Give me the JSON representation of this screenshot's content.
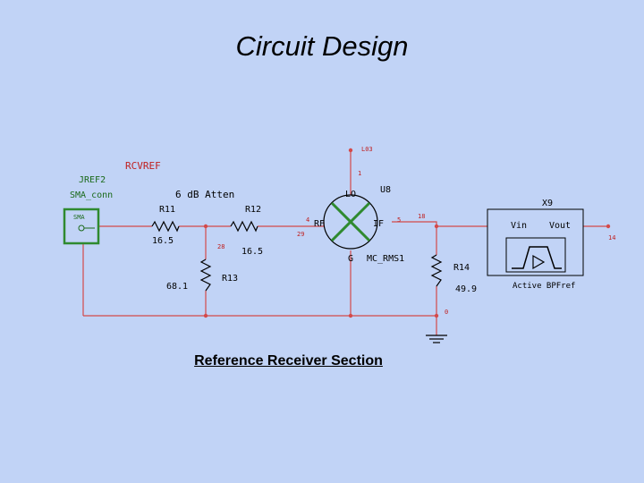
{
  "title": "Circuit Design",
  "caption": "Reference Receiver Section",
  "colors": {
    "background": "#c1d3f6",
    "wire": "#d44a4a",
    "component": "#000000",
    "net_label": "#c02020",
    "connector": "#2f8a2f",
    "connector_label": "#1a6a1a"
  },
  "labels": {
    "l03": "L03",
    "rcvref": "RCVREF",
    "l1": "1",
    "jref2": "JREF2",
    "sma_conn": "SMA_conn",
    "sma": "SMA",
    "atten": "6 dB Atten",
    "r11": "R11",
    "r12": "R12",
    "r11_value": "16.5",
    "r12_value": "16.5",
    "node28": "28",
    "r13_value": "68.1",
    "r13": "R13",
    "lo": "LO",
    "u8": "U8",
    "node4": "4",
    "node29": "29",
    "rf": "RF",
    "if": "IF",
    "node5": "5",
    "node18": "18",
    "g": "G",
    "mixer_model": "MC_RMS1",
    "r14": "R14",
    "r14_value": "49.9",
    "node0": "0",
    "x9": "X9",
    "vin": "Vin",
    "vout": "Vout",
    "node14": "14",
    "filter_model": "Active BPFref"
  }
}
